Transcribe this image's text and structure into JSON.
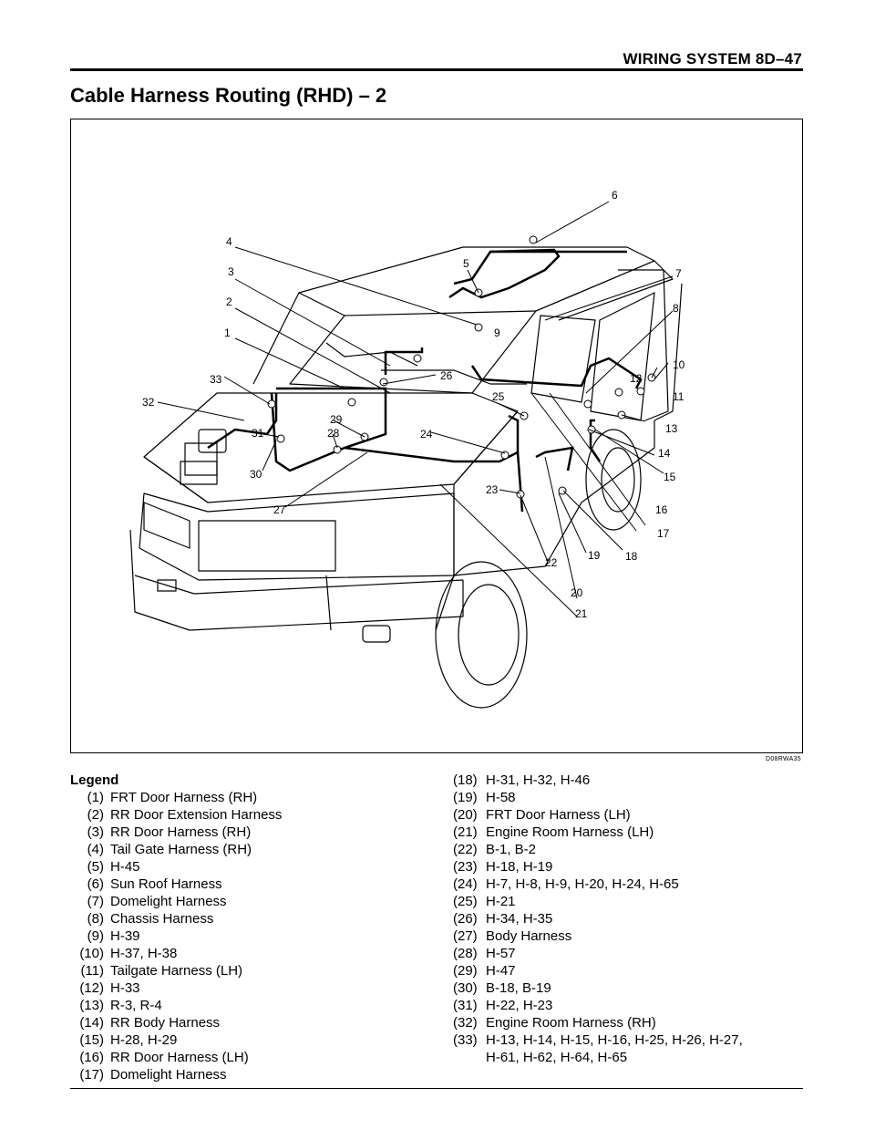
{
  "header": {
    "text": "WIRING SYSTEM    8D–47"
  },
  "title": "Cable Harness Routing (RHD) – 2",
  "figure": {
    "code": "D08RWA35",
    "callouts": [
      "1",
      "2",
      "3",
      "4",
      "5",
      "6",
      "7",
      "8",
      "9",
      "10",
      "11",
      "12",
      "13",
      "14",
      "15",
      "16",
      "17",
      "18",
      "19",
      "20",
      "21",
      "22",
      "23",
      "24",
      "25",
      "26",
      "27",
      "28",
      "29",
      "30",
      "31",
      "32",
      "33"
    ]
  },
  "legend": {
    "title": "Legend",
    "left": [
      {
        "num": "(1)",
        "text": "FRT Door Harness (RH)"
      },
      {
        "num": "(2)",
        "text": "RR Door Extension Harness"
      },
      {
        "num": "(3)",
        "text": "RR Door Harness (RH)"
      },
      {
        "num": "(4)",
        "text": "Tail Gate Harness (RH)"
      },
      {
        "num": "(5)",
        "text": "H-45"
      },
      {
        "num": "(6)",
        "text": "Sun Roof Harness"
      },
      {
        "num": "(7)",
        "text": "Domelight Harness"
      },
      {
        "num": "(8)",
        "text": "Chassis Harness"
      },
      {
        "num": "(9)",
        "text": "H-39"
      },
      {
        "num": "(10)",
        "text": "H-37, H-38"
      },
      {
        "num": "(11)",
        "text": "Tailgate Harness (LH)"
      },
      {
        "num": "(12)",
        "text": "H-33"
      },
      {
        "num": "(13)",
        "text": "R-3, R-4"
      },
      {
        "num": "(14)",
        "text": "RR Body Harness"
      },
      {
        "num": "(15)",
        "text": "H-28, H-29"
      },
      {
        "num": "(16)",
        "text": "RR Door Harness (LH)"
      },
      {
        "num": "(17)",
        "text": "Domelight Harness"
      }
    ],
    "right": [
      {
        "num": "(18)",
        "text": "H-31, H-32, H-46"
      },
      {
        "num": "(19)",
        "text": "H-58"
      },
      {
        "num": "(20)",
        "text": "FRT Door Harness (LH)"
      },
      {
        "num": "(21)",
        "text": "Engine Room Harness (LH)"
      },
      {
        "num": "(22)",
        "text": "B-1, B-2"
      },
      {
        "num": "(23)",
        "text": "H-18, H-19"
      },
      {
        "num": "(24)",
        "text": "H-7, H-8, H-9, H-20, H-24, H-65"
      },
      {
        "num": "(25)",
        "text": "H-21"
      },
      {
        "num": "(26)",
        "text": "H-34, H-35"
      },
      {
        "num": "(27)",
        "text": "Body Harness"
      },
      {
        "num": "(28)",
        "text": "H-57"
      },
      {
        "num": "(29)",
        "text": "H-47"
      },
      {
        "num": "(30)",
        "text": "B-18, B-19"
      },
      {
        "num": "(31)",
        "text": "H-22, H-23"
      },
      {
        "num": "(32)",
        "text": "Engine Room Harness (RH)"
      },
      {
        "num": "(33)",
        "text": "H-13, H-14, H-15, H-16, H-25, H-26, H-27,"
      }
    ],
    "right_continuation": "H-61, H-62, H-64, H-65"
  }
}
